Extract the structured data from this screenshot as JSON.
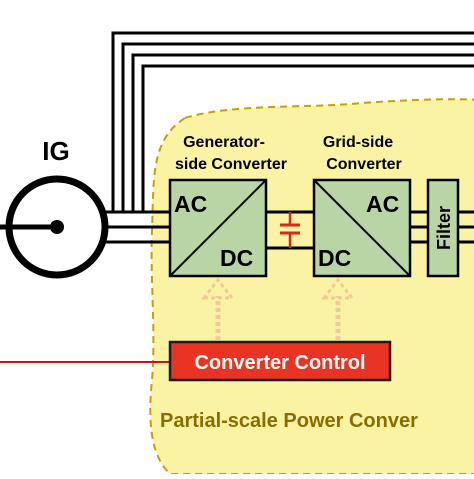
{
  "machine": {
    "label": "IG"
  },
  "generator_side_converter": {
    "title_line1": "Generator-",
    "title_line2": "side Converter",
    "ac_label": "AC",
    "dc_label": "DC"
  },
  "grid_side_converter": {
    "title_line1": "Grid-side",
    "title_line2": "Converter",
    "ac_label": "AC",
    "dc_label": "DC"
  },
  "filter": {
    "label": "Filter"
  },
  "control": {
    "label": "Converter Control"
  },
  "region": {
    "caption": "Partial-scale Power Conver"
  },
  "colors": {
    "region_fill": "#faf3a4",
    "region_border": "#c8a000",
    "converter_fill": "#b9d5a5",
    "control_fill": "#e93425",
    "control_border": "#1a1a1a",
    "capacitor": "#d42a1a",
    "signal_arrow": "#f6c79c",
    "control_line": "#c8141e",
    "caption_color": "#8a6c00"
  }
}
